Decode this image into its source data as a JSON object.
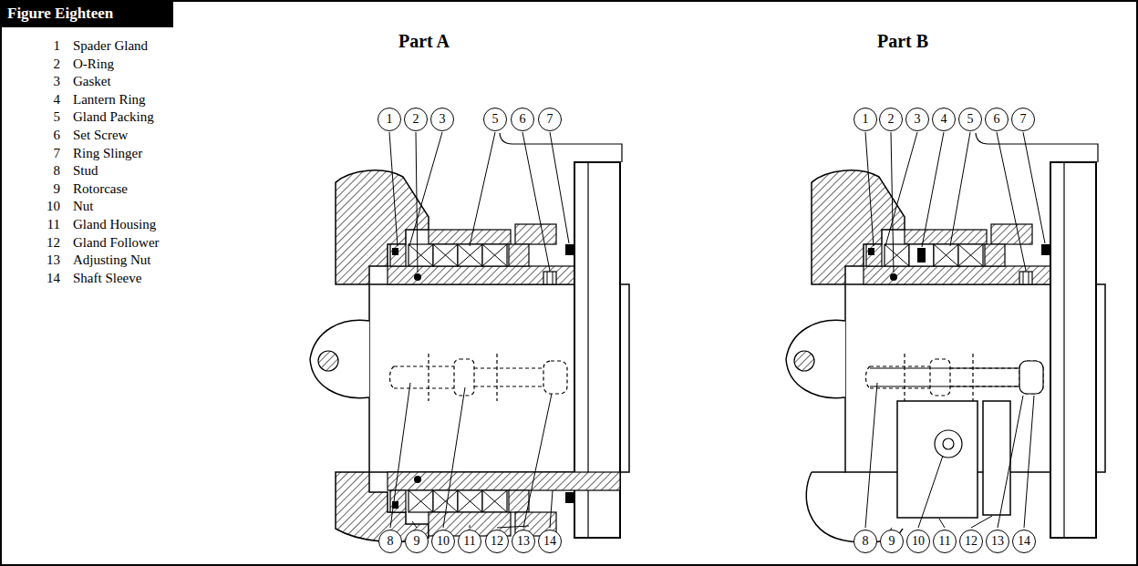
{
  "diagram": {
    "title": "Figure Eighteen",
    "nodes": [
      {
        "text": [
          "1"
        ]
      },
      {
        "text": [
          "2"
        ]
      },
      {
        "text": [
          "3"
        ]
      },
      {
        "text": [
          "5"
        ]
      },
      {
        "text": [
          "6"
        ]
      },
      {
        "text": [
          "7"
        ]
      },
      {
        "text": [
          "8"
        ]
      },
      {
        "text": [
          "9"
        ]
      },
      {
        "text": [
          "10"
        ]
      },
      {
        "text": [
          "11"
        ]
      },
      {
        "text": [
          "12"
        ]
      },
      {
        "text": [
          "13"
        ]
      },
      {
        "text": [
          "14"
        ]
      },
      {
        "text": [
          "1"
        ]
      },
      {
        "text": [
          "2"
        ]
      },
      {
        "text": [
          "3"
        ]
      },
      {
        "text": [
          "4"
        ]
      },
      {
        "text": [
          "5"
        ]
      },
      {
        "text": [
          "6"
        ]
      },
      {
        "text": [
          "7"
        ]
      },
      {
        "text": [
          "8"
        ]
      },
      {
        "text": [
          "9"
        ]
      },
      {
        "text": [
          "10"
        ]
      },
      {
        "text": [
          "11"
        ]
      },
      {
        "text": [
          "12"
        ]
      },
      {
        "text": [
          "13"
        ]
      },
      {
        "text": [
          "14"
        ]
      }
    ],
    "labels": [
      "Part A",
      "Part B",
      "1",
      "Spader Gland",
      "2",
      "O-Ring",
      "3",
      "Gasket",
      "4",
      "Lantern Ring",
      "5",
      "Gland Packing",
      "6",
      "Set Screw",
      "7",
      "Ring Slinger",
      "8",
      "Stud",
      "9",
      "Rotorcase",
      "10",
      "Nut",
      "11",
      "Gland Housing",
      "12",
      "Gland Follower",
      "13",
      "Adjusting Nut",
      "14",
      "Shaft Sleeve"
    ]
  }
}
